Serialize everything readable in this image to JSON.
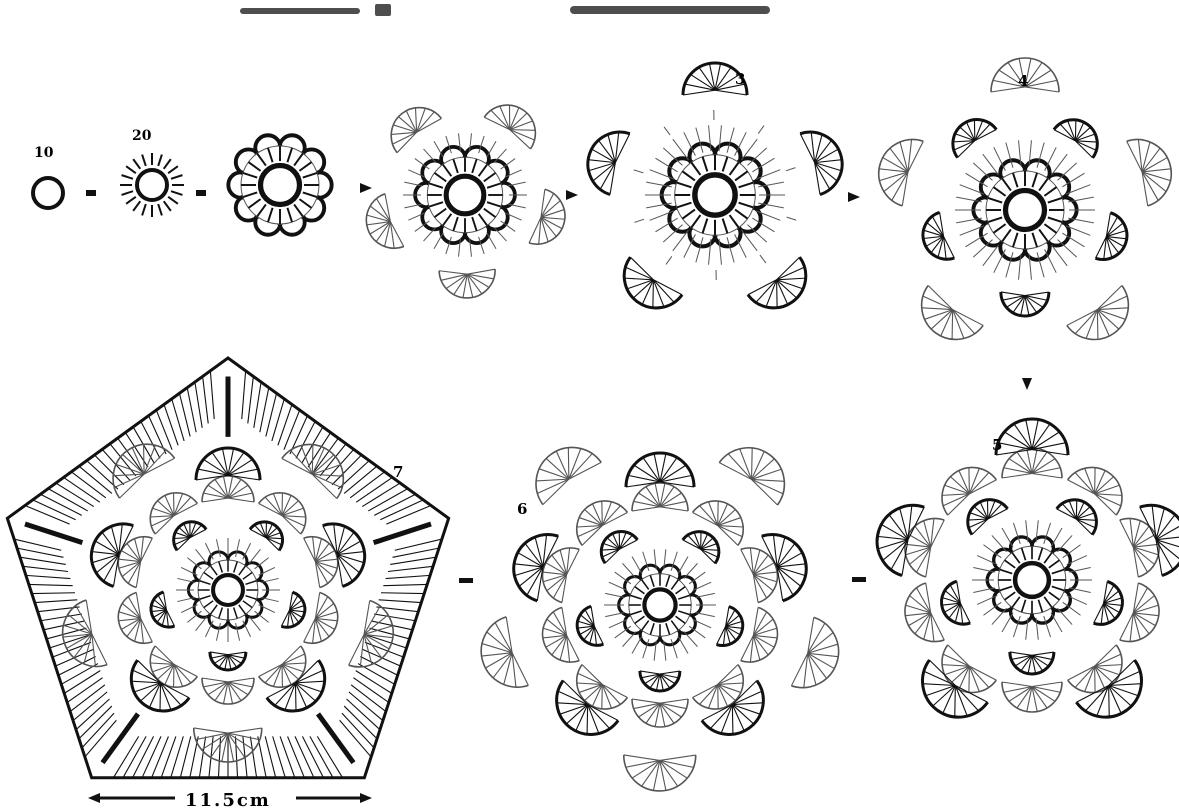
{
  "steps": [
    {
      "label": "10"
    },
    {
      "label": "20"
    },
    {
      "label": ""
    },
    {
      "label": ""
    },
    {
      "label": "3"
    },
    {
      "label": "4"
    },
    {
      "label": "5"
    },
    {
      "label": "6"
    },
    {
      "label": "7"
    }
  ],
  "dimension": {
    "text": "11.5cm"
  },
  "colors": {
    "ink": "#111111",
    "light_ink": "#555555",
    "paper": "#ffffff"
  },
  "arrow_icon": "arrow-icon"
}
